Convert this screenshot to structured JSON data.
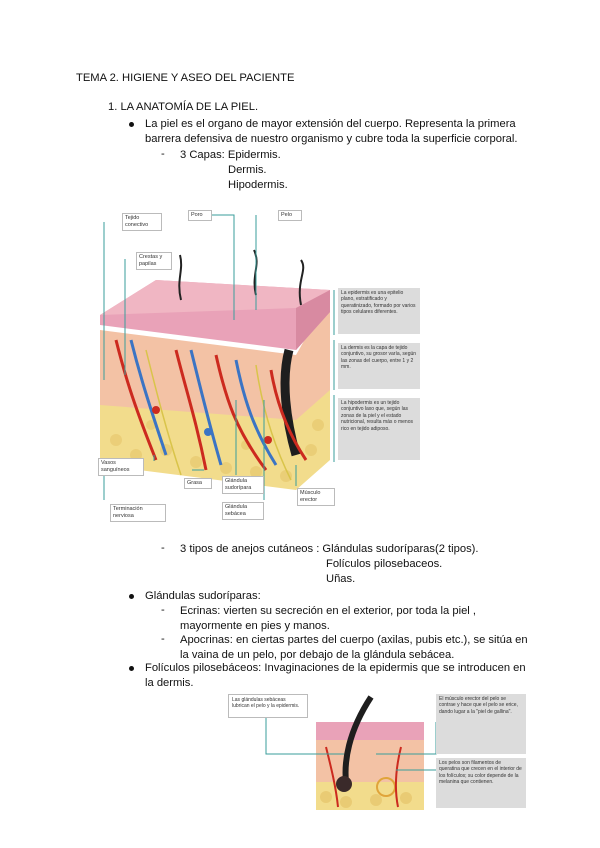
{
  "title": "TEMA 2. HIGIENE Y ASEO DEL PACIENTE",
  "section1": "1. LA ANATOMÍA DE LA PIEL.",
  "intro": {
    "line1": "La piel es el organo de mayor extensión del cuerpo. Representa la primera",
    "line2": "barrera defensiva de nuestro organismo y cubre toda la superficie corporal."
  },
  "layers": {
    "lead": "3 Capas: Epidermis.",
    "dermis": "Dermis.",
    "hipodermis": "Hipodermis."
  },
  "fig1": {
    "labels": {
      "tejido": "Tejido conectivo",
      "poro": "Poro",
      "pelo": "Pelo",
      "crestas": "Crestas y papilas",
      "vasos": "Vasos sanguíneos",
      "terminacion": "Terminación nerviosa",
      "grasa": "Grasa",
      "glandula_sudoripara": "Glándula sudorípara",
      "glandula_sebacea": "Glándula sebácea",
      "musculo": "Músculo erector"
    },
    "info": {
      "epidermis": "La epidermis es una epitelio plano, estratificado y queratinizado, formado por varios tipos celulares diferentes.",
      "dermis": "La dermis es la capa de tejido conjuntivo, su grosor varía, según las zonas del cuerpo, entre 1 y 2 mm.",
      "hipodermis": "La hipodermis es un tejido conjuntivo laxo que, según las zonas de la piel y el estado nutricional, resulta más o menos rico en tejido adiposo."
    }
  },
  "anejos": {
    "lead": "3 tipos de anejos cutáneos : Glándulas sudoríparas(2 tipos).",
    "folic": "Folículos pilosebaceos.",
    "unas": "Uñas."
  },
  "glandulas": {
    "heading": "Glándulas sudoríparas:",
    "ecrinas1": "Ecrinas: vierten su secreción en el exterior, por toda la piel ,",
    "ecrinas2": "mayormente en pies y manos.",
    "apocrinas1": "Apocrinas: en ciertas partes del cuerpo (axilas, pubis etc.), se sitúa en",
    "apocrinas2": "la vaina de un pelo, por debajo de la glándula sebácea."
  },
  "foliculos": {
    "line1": "Folículos pilosebáceos: Invaginaciones de la epidermis que se introducen en",
    "line2": "la dermis."
  },
  "fig2": {
    "info_left": "Las glándulas sebáceas lubrican el pelo y la epidermis.",
    "info_right_top": "El músculo erector del pelo se contrae y hace que el pelo se erice, dando lugar a la \"piel de gallina\".",
    "info_right_bottom": "Los pelos son filamentos de queratina que crecen en el interior de los folículos; su color depende de la melanina que contienen."
  },
  "colors": {
    "epidermis": "#e9a2b8",
    "dermis": "#f3c2a5",
    "hypodermis": "#f2dc8c",
    "artery": "#cc2a1f",
    "vein": "#3b74c4",
    "nerve": "#d9c44a",
    "callout_line": "#3a9e9b",
    "info_box": "#dcdcdc"
  }
}
